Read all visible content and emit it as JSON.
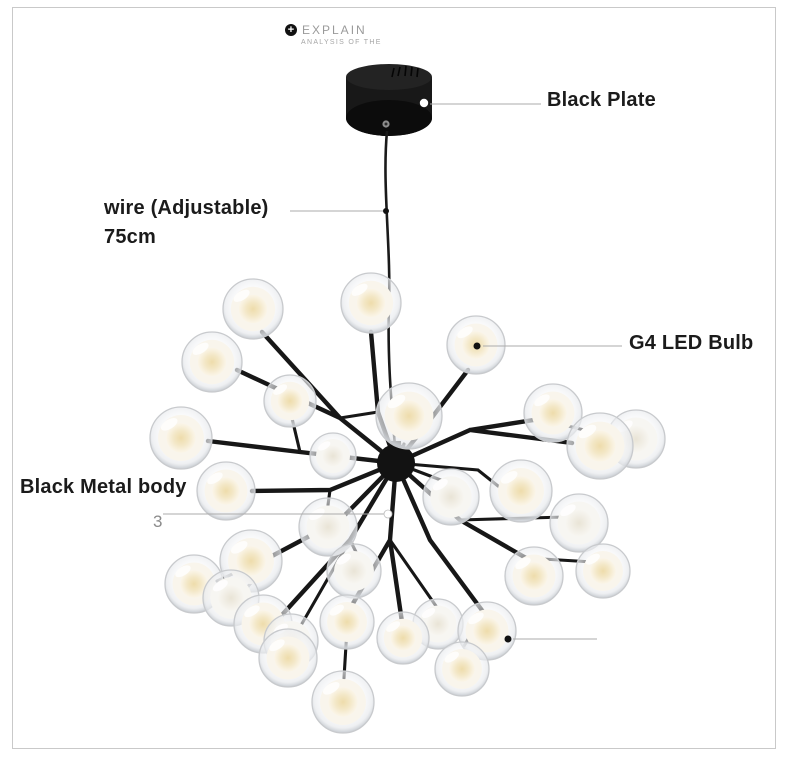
{
  "watermark": {
    "brand": "EXPLAIN",
    "tagline": "ANALYSIS OF THE",
    "icon": "plus-circle-icon"
  },
  "labels": {
    "black_plate": "Black Plate",
    "wire_line1": "wire (Adjustable)",
    "wire_line2": "75cm",
    "g4_bulb": "G4 LED Bulb",
    "metal_body": "Black Metal body",
    "stray_mark": "3"
  },
  "colors": {
    "label_text": "#1b1b1b",
    "watermark_gray": "#9a9a9a",
    "frame_border": "#c9c9c9",
    "leader_line": "#ababab",
    "metal_black": "#161616",
    "bulb_glow_warm": "#f0deb2",
    "bulb_glass_edge": "#c8cacd",
    "background": "#ffffff"
  }
}
